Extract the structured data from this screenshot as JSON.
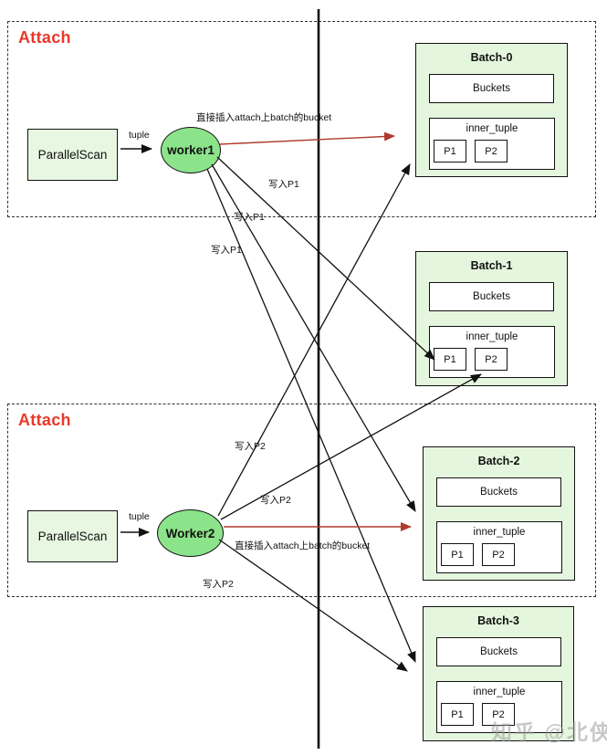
{
  "colors": {
    "attach_red": "#e8382a",
    "arrow_red": "#b03a2e",
    "batch_green": "#e4f7de",
    "worker_green": "#8ce48a"
  },
  "regions": {
    "top": {
      "label": "Attach"
    },
    "bottom": {
      "label": "Attach"
    }
  },
  "flow1": {
    "scan": "ParallelScan",
    "tuple": "tuple",
    "worker": "worker1"
  },
  "flow2": {
    "scan": "ParallelScan",
    "tuple": "tuple",
    "worker": "Worker2"
  },
  "batches": [
    {
      "title": "Batch-0",
      "buckets": "Buckets",
      "inner": "inner_tuple",
      "p1": "P1",
      "p2": "P2"
    },
    {
      "title": "Batch-1",
      "buckets": "Buckets",
      "inner": "inner_tuple",
      "p1": "P1",
      "p2": "P2"
    },
    {
      "title": "Batch-2",
      "buckets": "Buckets",
      "inner": "inner_tuple",
      "p1": "P1",
      "p2": "P2"
    },
    {
      "title": "Batch-3",
      "buckets": "Buckets",
      "inner": "inner_tuple",
      "p1": "P1",
      "p2": "P2"
    }
  ],
  "labels": {
    "w1_direct": "直接插入attach上batch的bucket",
    "w1_write_a": "写入P1",
    "w1_write_b": "写入P1",
    "w1_write_c": "写入P1",
    "w2_write_a": "写入P2",
    "w2_write_b": "写入P2",
    "w2_direct": "直接插入attach上batch的bucket",
    "w2_write_c": "写入P2"
  },
  "watermark": "知乎 @北侠"
}
